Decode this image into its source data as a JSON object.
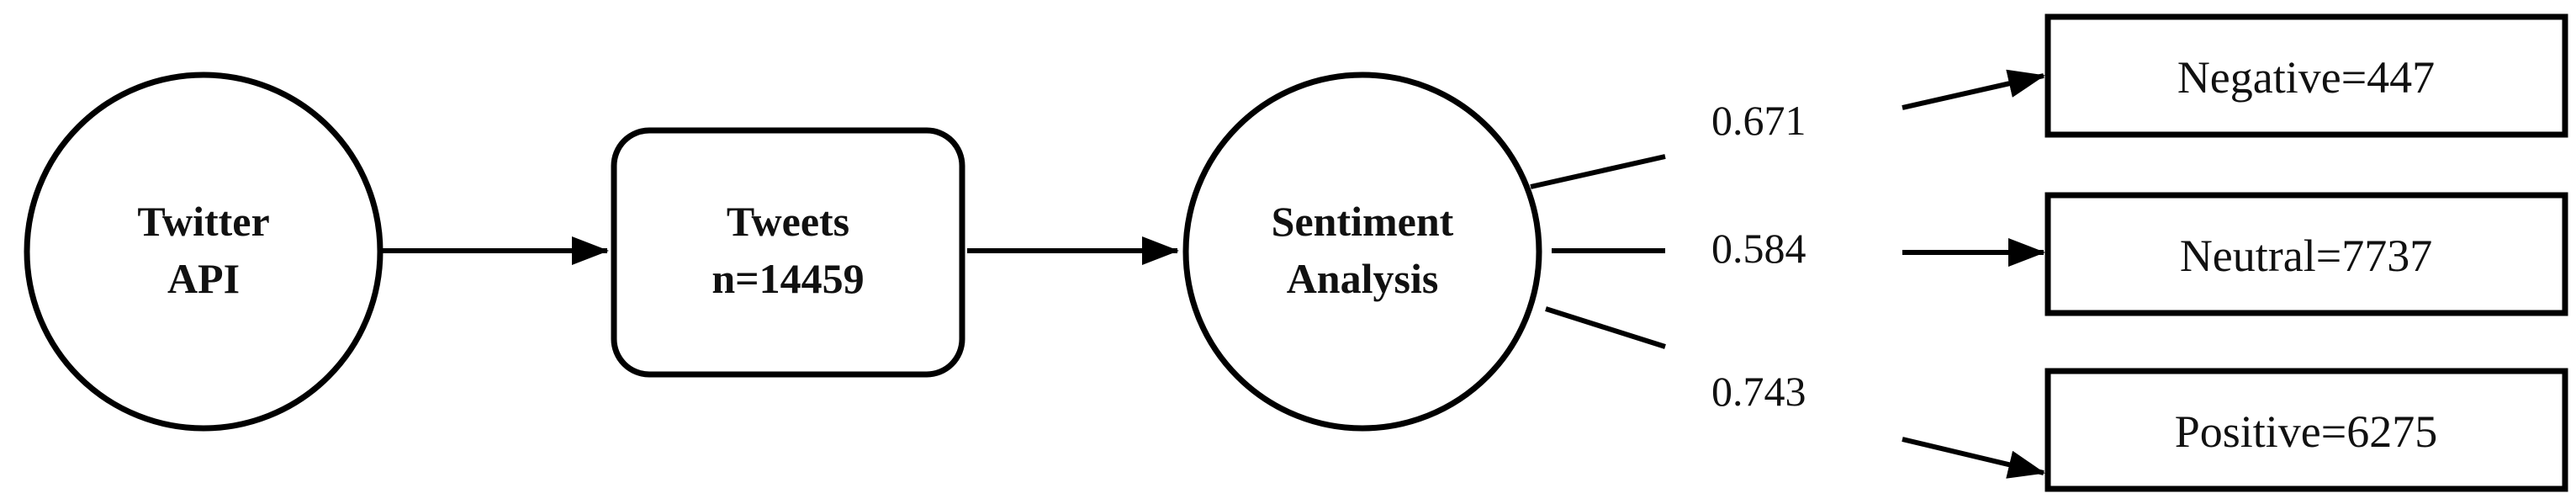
{
  "nodes": {
    "twitter_api": {
      "line1": "Twitter",
      "line2": "API"
    },
    "tweets": {
      "line1": "Tweets",
      "line2": "n=14459"
    },
    "sentiment_analysis": {
      "line1": "Sentiment",
      "line2": "Analysis"
    }
  },
  "outputs": {
    "negative": {
      "label": "Negative=447",
      "score": "0.671"
    },
    "neutral": {
      "label": "Neutral=7737",
      "score": "0.584"
    },
    "positive": {
      "label": "Positive=6275",
      "score": "0.743"
    }
  }
}
